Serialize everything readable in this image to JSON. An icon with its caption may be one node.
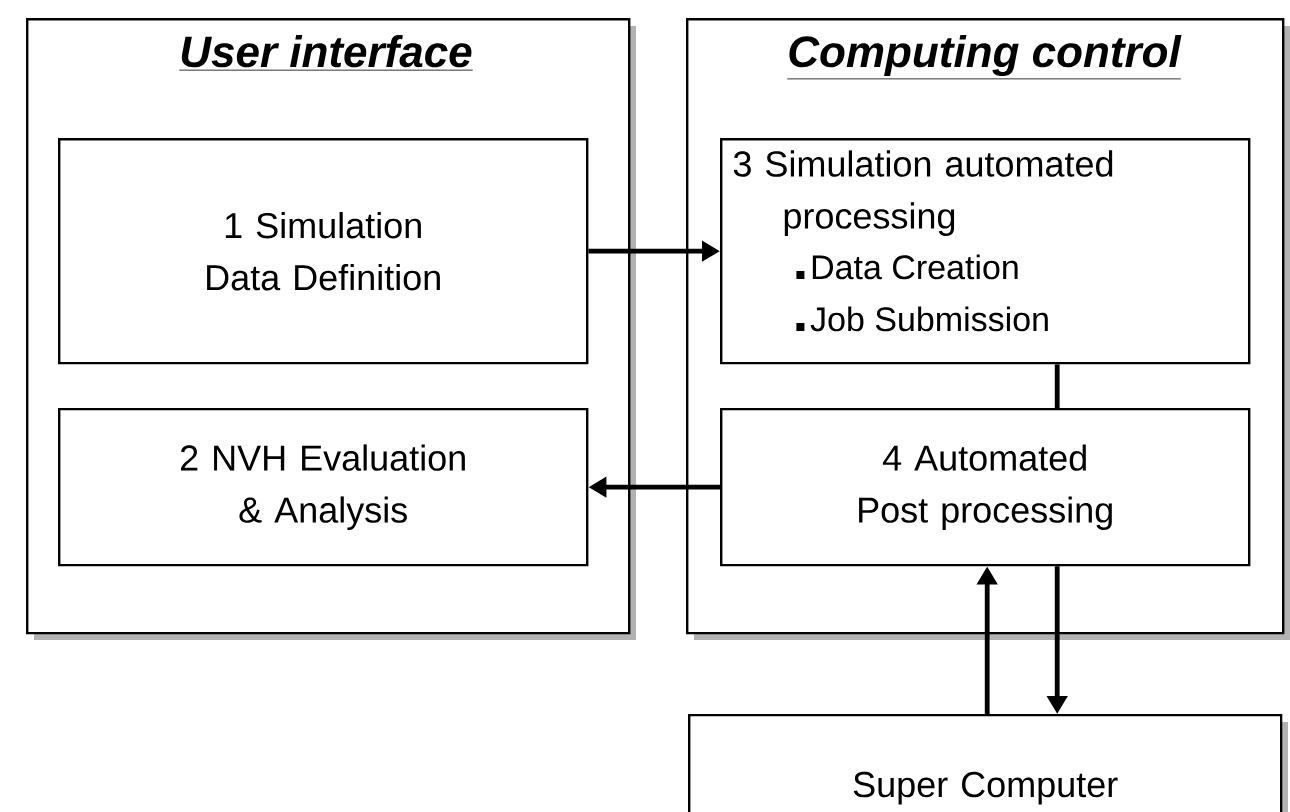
{
  "diagram": {
    "nodes": [
      {
        "text": [
          "User interface"
        ]
      },
      {
        "text": [
          "1 Simulation Data Definition"
        ],
        "in": 0
      },
      {
        "text": [
          "2 NVH Evaluation & Analysis"
        ],
        "in": 0
      },
      {
        "text": [
          "Computing control"
        ]
      },
      {
        "text": [
          "3 Simulation automated processing",
          "Data Creation",
          "Job Submission"
        ],
        "in": 3
      },
      {
        "text": [
          "4 Automated Post processing"
        ],
        "in": 3
      },
      {
        "text": [
          "Super Computer"
        ]
      }
    ],
    "edges": [
      {
        "from": 1,
        "to": 4,
        "arrow": "to"
      },
      {
        "from": 5,
        "to": 2,
        "arrow": "to"
      },
      {
        "from": 4,
        "to": 5,
        "arrow": "none"
      },
      {
        "from": 6,
        "to": 5,
        "arrow": "to"
      },
      {
        "from": 5,
        "to": 6,
        "arrow": "to"
      }
    ]
  }
}
